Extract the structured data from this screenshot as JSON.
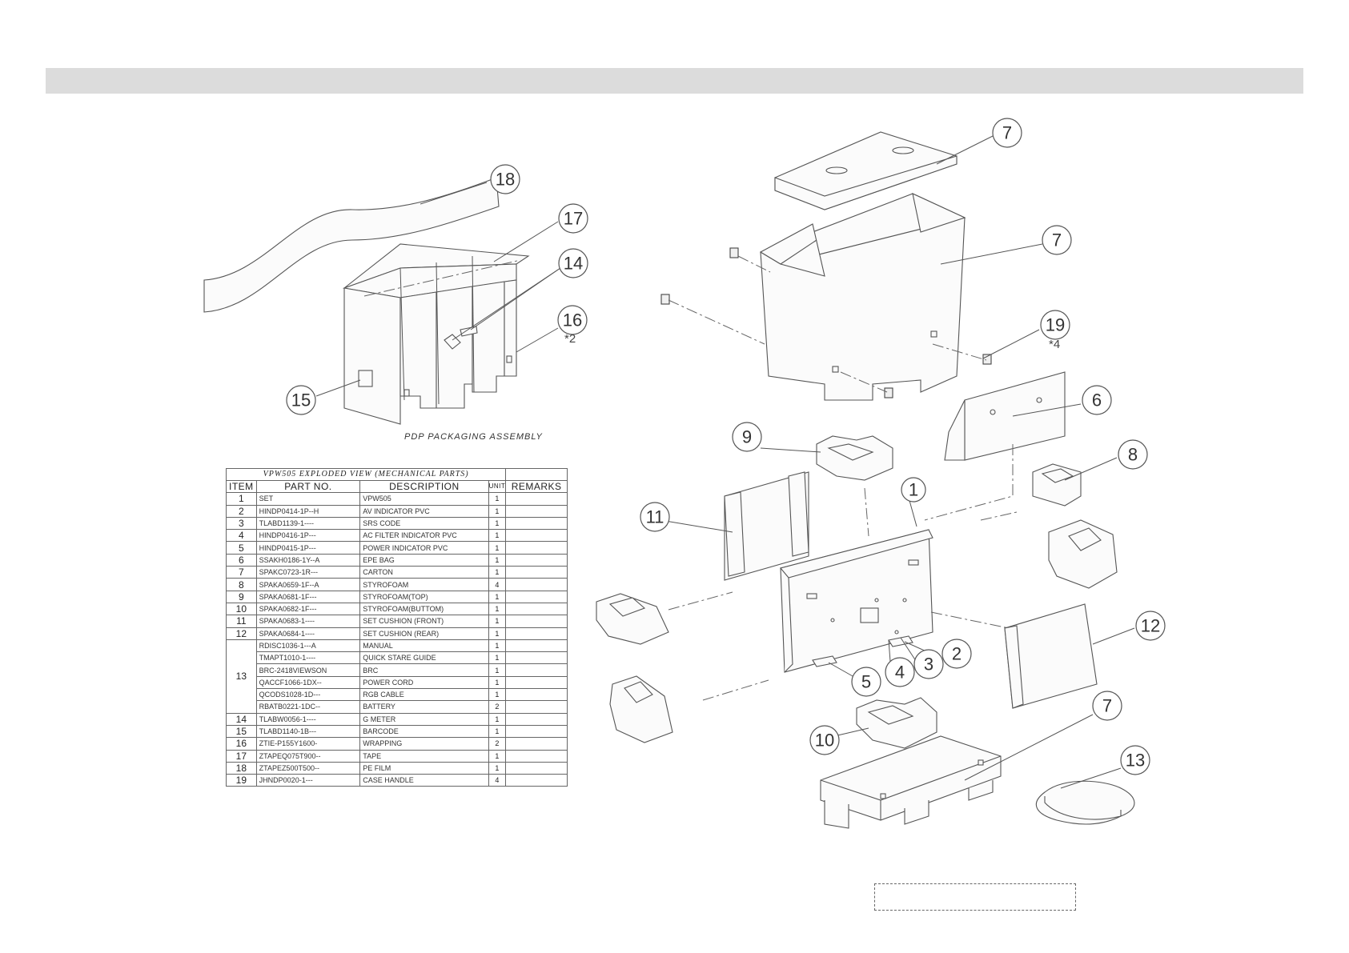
{
  "caption": "PDP PACKAGING ASSEMBLY",
  "callouts": {
    "c18": "18",
    "c17": "17",
    "c14": "14",
    "c16": "16",
    "c16_qty": "*2",
    "c15": "15",
    "c7a": "7",
    "c7b": "7",
    "c19": "19",
    "c19_qty": "*4",
    "c6": "6",
    "c9": "9",
    "c8": "8",
    "c1": "1",
    "c11": "11",
    "c12": "12",
    "c2": "2",
    "c3": "3",
    "c4": "4",
    "c5": "5",
    "c10": "10",
    "c7c": "7",
    "c13": "13"
  },
  "bom": {
    "title": "VPW505    EXPLODED VIEW (MECHANICAL PARTS)",
    "headers": {
      "item": "ITEM",
      "part_no": "PART NO.",
      "description": "DESCRIPTION",
      "unit": "UNIT",
      "remarks": "REMARKS"
    },
    "rows": [
      {
        "item": "1",
        "part_no": "SET",
        "description": "VPW505",
        "unit": "1"
      },
      {
        "item": "2",
        "part_no": "HINDP0414-1P--H",
        "description": "AV INDICATOR PVC",
        "unit": "1"
      },
      {
        "item": "3",
        "part_no": "TLABD1139-1----",
        "description": "SRS CODE",
        "unit": "1"
      },
      {
        "item": "4",
        "part_no": "HINDP0416-1P---",
        "description": "AC FILTER INDICATOR PVC",
        "unit": "1"
      },
      {
        "item": "5",
        "part_no": "HINDP0415-1P---",
        "description": "POWER INDICATOR PVC",
        "unit": "1"
      },
      {
        "item": "6",
        "part_no": "SSAKH0186-1Y--A",
        "description": "EPE BAG",
        "unit": "1"
      },
      {
        "item": "7",
        "part_no": "SPAKC0723-1R---",
        "description": "CARTON",
        "unit": "1"
      },
      {
        "item": "8",
        "part_no": "SPAKA0659-1F--A",
        "description": "STYROFOAM",
        "unit": "4"
      },
      {
        "item": "9",
        "part_no": "SPAKA0681-1F---",
        "description": "STYROFOAM(TOP)",
        "unit": "1"
      },
      {
        "item": "10",
        "part_no": "SPAKA0682-1F---",
        "description": "STYROFOAM(BUTTOM)",
        "unit": "1"
      },
      {
        "item": "11",
        "part_no": "SPAKA0683-1----",
        "description": "SET CUSHION (FRONT)",
        "unit": "1"
      },
      {
        "item": "12",
        "part_no": "SPAKA0684-1----",
        "description": "SET CUSHION (REAR)",
        "unit": "1"
      }
    ],
    "group13": {
      "item": "13",
      "rows": [
        {
          "part_no": "RDISC1036-1---A",
          "description": "MANUAL",
          "unit": "1"
        },
        {
          "part_no": "TMAPT1010-1----",
          "description": "QUICK STARE GUIDE",
          "unit": "1"
        },
        {
          "part_no": "BRC-2418VIEWSON",
          "description": "BRC",
          "unit": "1"
        },
        {
          "part_no": "QACCF1066-1DX--",
          "description": "POWER CORD",
          "unit": "1"
        },
        {
          "part_no": "QCODS1028-1D---",
          "description": "RGB CABLE",
          "unit": "1"
        },
        {
          "part_no": "RBATB0221-1DC--",
          "description": "BATTERY",
          "unit": "2"
        }
      ]
    },
    "rows_after": [
      {
        "item": "14",
        "part_no": "TLABW0056-1----",
        "description": "G METER",
        "unit": "1"
      },
      {
        "item": "15",
        "part_no": "TLABD1140-1B---",
        "description": "BARCODE",
        "unit": "1"
      },
      {
        "item": "16",
        "part_no": "ZTIE-P155Y1600-",
        "description": "WRAPPING",
        "unit": "2"
      },
      {
        "item": "17",
        "part_no": "ZTAPEQ075T900--",
        "description": "TAPE",
        "unit": "1"
      },
      {
        "item": "18",
        "part_no": "ZTAPEZ500T500--",
        "description": "PE FILM",
        "unit": "1"
      },
      {
        "item": "19",
        "part_no": "JHNDP0020-1---",
        "description": "CASE HANDLE",
        "unit": "4"
      }
    ]
  }
}
